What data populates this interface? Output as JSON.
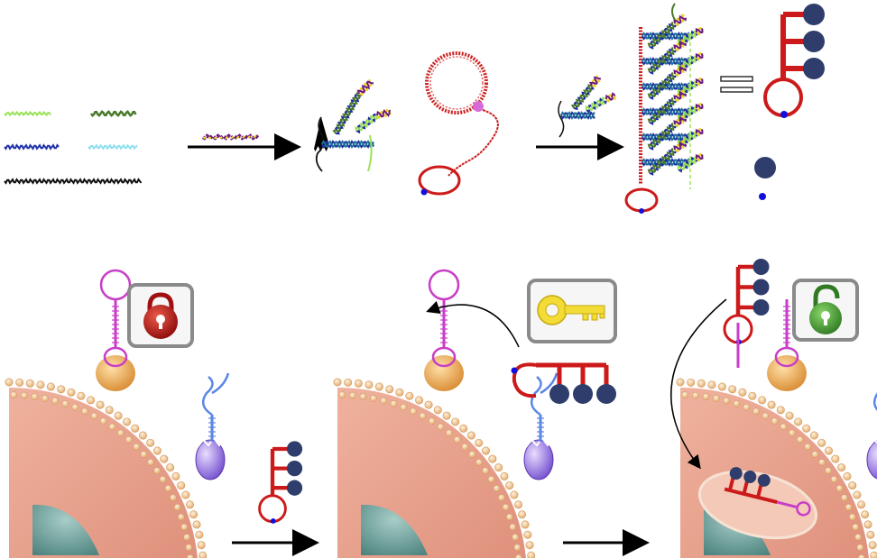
{
  "figure": {
    "top_row": {
      "strands": [
        {
          "name": "strand-green",
          "color": "#9be25a"
        },
        {
          "name": "strand-dark-green",
          "color": "#4a7a2a"
        },
        {
          "name": "strand-blue",
          "color": "#2233aa"
        },
        {
          "name": "strand-cyan",
          "color": "#8fe0ee"
        },
        {
          "name": "strand-black",
          "color": "#111111"
        }
      ],
      "equals_sign": "="
    },
    "bottom_row": {
      "panels": [
        {
          "name": "cell-locked",
          "lock_state": "locked",
          "lock_color": "#c01818"
        },
        {
          "name": "cell-key-binding",
          "lock_state": "key",
          "key_color": "#f2dc35"
        },
        {
          "name": "cell-unlocked",
          "lock_state": "unlocked",
          "lock_color": "#4aa03a"
        }
      ]
    },
    "colors": {
      "red_aptamer": "#cc1a1a",
      "magenta_hairpin": "#c83ec8",
      "drug_ball": "#2e3d6b",
      "blue_dot": "#1010dd",
      "membrane_bead": "#f1c38a",
      "cytoplasm": "#e9a48f",
      "nucleus": "#6a9c98",
      "receptor_orange": "#eeaa55",
      "receptor_purple": "#9a78e0",
      "receptor_blue": "#5b86e6"
    }
  }
}
